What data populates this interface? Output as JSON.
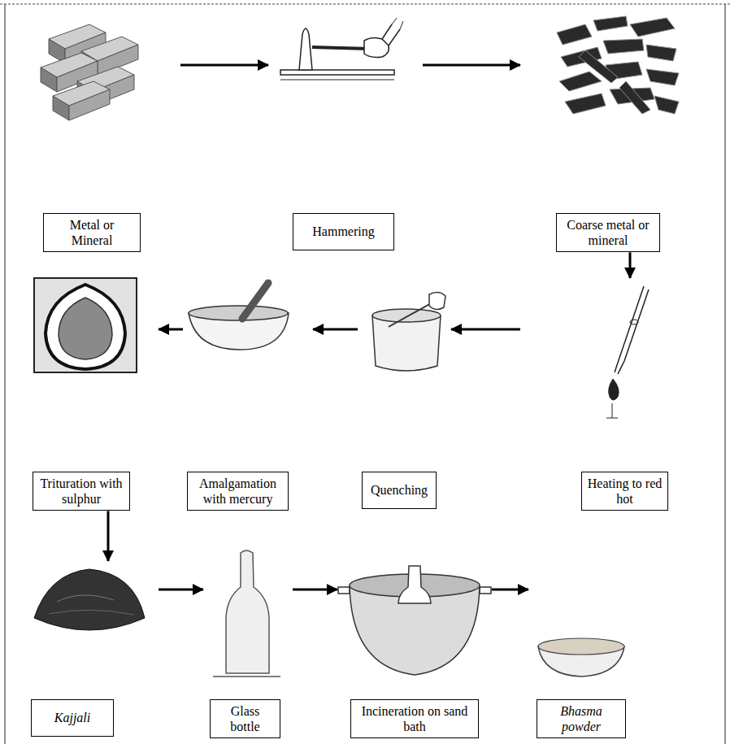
{
  "diagram": {
    "nodes": [
      {
        "text": [
          "Metal or Mineral"
        ]
      },
      {
        "text": [
          "Hammering"
        ]
      },
      {
        "text": [
          "Coarse metal or mineral"
        ]
      },
      {
        "text": [
          "Heating to red hot"
        ]
      },
      {
        "text": [
          "Quenching"
        ]
      },
      {
        "text": [
          "Amalgamation with mercury"
        ]
      },
      {
        "text": [
          "Trituration with sulphur"
        ]
      },
      {
        "text": [
          "Kajjali"
        ]
      },
      {
        "text": [
          "Glass bottle"
        ]
      },
      {
        "text": [
          "Incineration on sand bath"
        ]
      },
      {
        "text": [
          "Bhasma powder"
        ]
      }
    ],
    "edges": [
      {
        "from": 0,
        "to": 1,
        "arrow": "to"
      },
      {
        "from": 1,
        "to": 2,
        "arrow": "to"
      },
      {
        "from": 2,
        "to": 3,
        "arrow": "to"
      },
      {
        "from": 3,
        "to": 4,
        "arrow": "to"
      },
      {
        "from": 4,
        "to": 5,
        "arrow": "to"
      },
      {
        "from": 5,
        "to": 6,
        "arrow": "to"
      },
      {
        "from": 6,
        "to": 7,
        "arrow": "to"
      },
      {
        "from": 7,
        "to": 8,
        "arrow": "to"
      },
      {
        "from": 8,
        "to": 9,
        "arrow": "to"
      },
      {
        "from": 9,
        "to": 10,
        "arrow": "to"
      }
    ]
  }
}
